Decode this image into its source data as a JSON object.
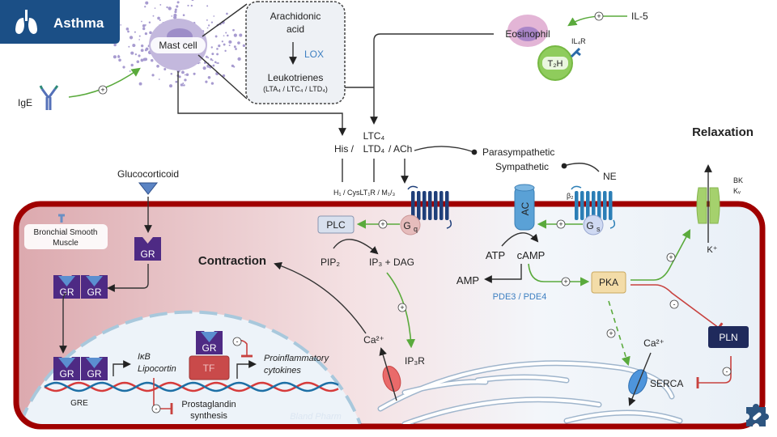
{
  "banner": {
    "title": "Asthma",
    "icon": "lungs-icon",
    "color": "#1b4f86"
  },
  "mast_cell": {
    "label": "Mast cell"
  },
  "pathway_box": {
    "substrate_line1": "Arachidonic",
    "substrate_line2": "acid",
    "enzyme": "LOX",
    "product": "Leukotrienes",
    "product_detail": "(LTA₄ / LTC₄ / LTD₄)"
  },
  "ige": {
    "label": "IgE",
    "sign": "+"
  },
  "eosinophil": {
    "label": "Eosinophil",
    "th": "T₂H",
    "receptor": "IL₄R",
    "cytokine": "IL-5",
    "sign": "+"
  },
  "mediators": {
    "ltc4": "LTC₄",
    "his": "His /",
    "ltd4": "LTD₄",
    "ach": "/ ACh",
    "receptors": "H₁ / CysLT₁R / M₁/₃"
  },
  "nerves": {
    "parasympathetic": "Parasympathetic",
    "sympathetic": "Sympathetic",
    "ne": "NE"
  },
  "headings": {
    "relaxation": "Relaxation",
    "contraction": "Contraction"
  },
  "contraction_path": {
    "gq_main": "G",
    "gq_sub": "q",
    "plc": "PLC",
    "pip2": "PIP₂",
    "ip3_dag": "IP₃ + DAG",
    "ca": "Ca²⁺",
    "ip3r": "IP₃R",
    "sign": "+"
  },
  "relaxation_path": {
    "ac": "AC",
    "gs_main": "G",
    "gs_sub": "s",
    "beta2": "β₂",
    "atp": "ATP",
    "camp": "cAMP",
    "amp": "AMP",
    "pde": "PDE3 / PDE4",
    "pka": "PKA",
    "bk": "BK",
    "kv": "Kᵥ",
    "k": "K⁺",
    "pln": "PLN",
    "serca": "SERCA",
    "ca": "Ca²⁺",
    "plus": "+",
    "minus": "-"
  },
  "tissue": {
    "label_line1": "Bronchial Smooth",
    "label_line2": "Muscle"
  },
  "glucocorticoid": {
    "label": "Glucocorticoid",
    "gr": "GR",
    "tf": "TF",
    "gre": "GRE",
    "genes_line1": "IκB",
    "genes_line2": "Lipocortin",
    "cytokines_line1": "Proinflammatory",
    "cytokines_line2": "cytokines",
    "prosta_line1": "Prostaglandin",
    "prosta_line2": "synthesis",
    "minus": "-"
  },
  "watermark": "Bland Pharm",
  "colors": {
    "membrane": "#a00000",
    "gr": "#4e2a84",
    "activation": "#5aaa3c",
    "inhibition": "#c8423f",
    "pde": "#3d7fc1"
  }
}
